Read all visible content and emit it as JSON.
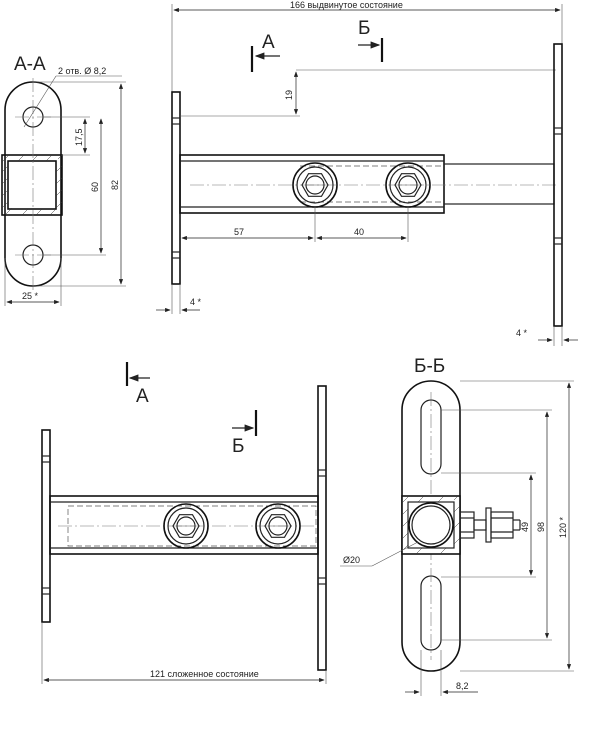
{
  "views": {
    "section_aa": {
      "label": "А-А",
      "note": "2 отв. Ø 8,2"
    },
    "section_bb": {
      "label": "Б-Б"
    }
  },
  "cut_markers": {
    "a": "А",
    "b": "Б"
  },
  "dimensions": {
    "extended": "166 выдвинутое состояние",
    "folded": "121 сложенное состояние",
    "d19": "19",
    "d57": "57",
    "d40": "40",
    "d4_left": "4 *",
    "d4_right": "4 *",
    "d17_5": "17,5",
    "d60": "60",
    "d82": "82",
    "d25": "25 *",
    "d49": "49",
    "d98": "98",
    "d120": "120 *",
    "d20": "Ø20",
    "d8_2": "8,2"
  },
  "colors": {
    "line": "#222222",
    "background": "#ffffff"
  }
}
